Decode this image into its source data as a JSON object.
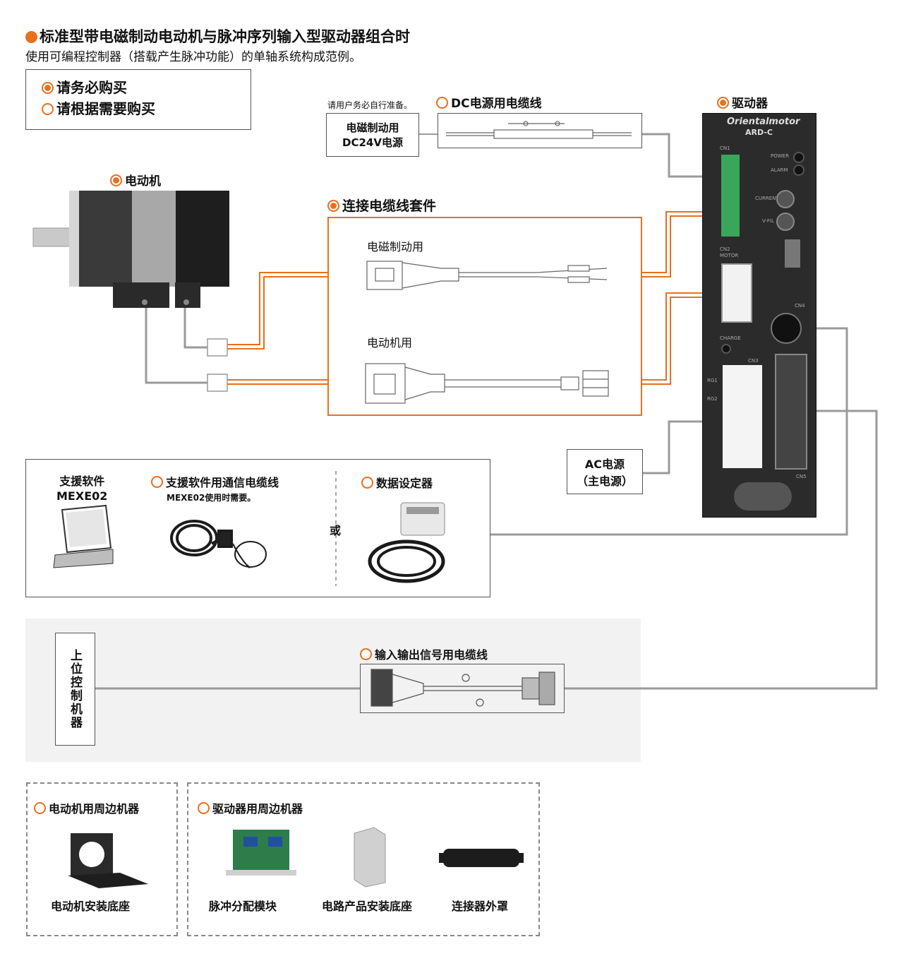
{
  "title": "标准型带电磁制动电动机与脉冲序列输入型驱动器组合时",
  "subtitle": "使用可编程控制器（搭载产生脉冲功能）的单轴系统构成范例。",
  "legend": {
    "required": "请务必购买",
    "optional": "请根据需要购买"
  },
  "power_supply": {
    "note": "请用户务必自行准备。",
    "line1": "电磁制动用",
    "line2": "DC24V电源"
  },
  "dc_cable": {
    "label": "DC电源用电缆线"
  },
  "driver": {
    "label": "驱动器",
    "brand": "Orientalmotor",
    "model": "ARD-C",
    "cn1": "CN1",
    "power": "POWER",
    "alarm": "ALARM",
    "current": "CURRENT",
    "vfil": "V-FIL",
    "cn2": "CN2",
    "motor": "MOTOR",
    "cn4": "CN4",
    "charge": "CHARGE",
    "cn3": "CN3",
    "cn5": "CN5",
    "rg1": "RG1",
    "rg2": "RG2"
  },
  "motor": {
    "label": "电动机"
  },
  "cable_kit": {
    "label": "连接电缆线套件",
    "brake": "电磁制动用",
    "motor": "电动机用"
  },
  "ac_power": {
    "line1": "AC电源",
    "line2": "（主电源）"
  },
  "support": {
    "software_line1": "支援软件",
    "software_line2": "MEXE02",
    "comm_cable": "支援软件用通信电缆线",
    "comm_note": "MEXE02使用时需要。",
    "or": "或",
    "data_setter": "数据设定器"
  },
  "host": {
    "label": "上位控制机器",
    "io_cable": "输入输出信号用电缆线"
  },
  "peripherals": {
    "motor_title": "电动机用周边机器",
    "motor_item": "电动机安装底座",
    "driver_title": "驱动器用周边机器",
    "items": [
      "脉冲分配模块",
      "电路产品安装底座",
      "连接器外罩"
    ]
  },
  "colors": {
    "accent": "#e8701f",
    "wire": "#9a9a9a",
    "driver_body": "#2b2b2b",
    "host_bg": "#f2f2f2"
  }
}
